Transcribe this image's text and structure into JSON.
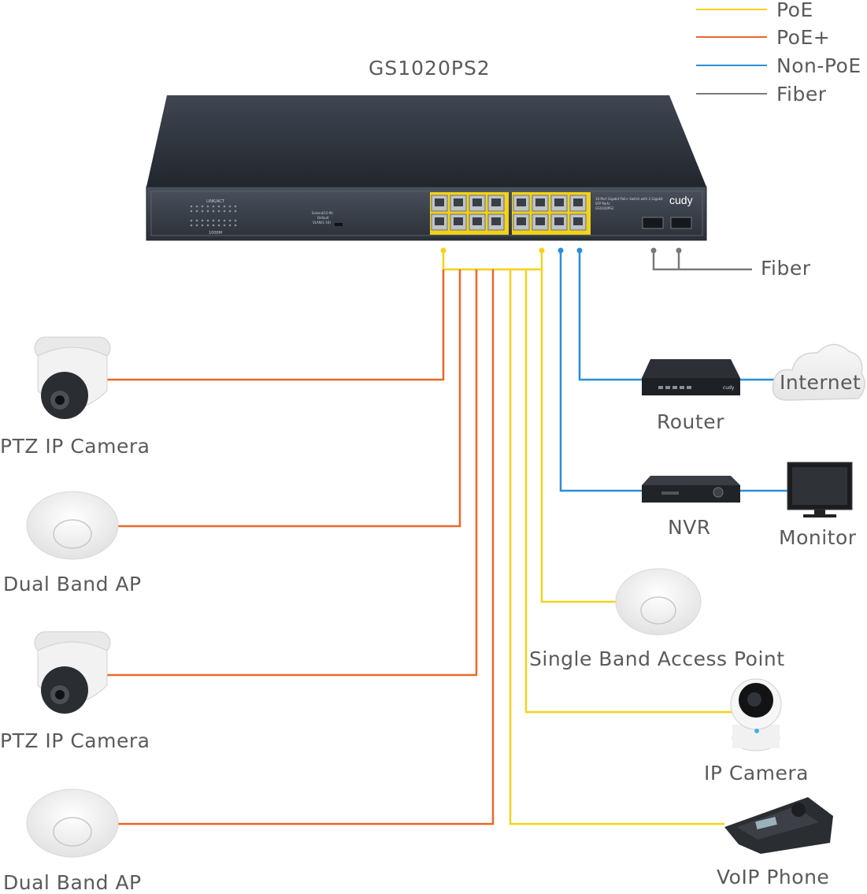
{
  "title": "GS1020PS2",
  "legend": [
    {
      "label": "PoE",
      "color": "#f5d21b"
    },
    {
      "label": "PoE+",
      "color": "#e8682a"
    },
    {
      "label": "Non-PoE",
      "color": "#2a8ed8"
    },
    {
      "label": "Fiber",
      "color": "#7a7a7a"
    }
  ],
  "switch": {
    "brand": "cudy",
    "panel_text": "16-Port Gigabit PoE+ Switch with 2 Gigabit SFP Ports",
    "model_small": "GS1020PS2",
    "leds_label": "LINK/ACT",
    "speed_label": "1000M",
    "mode_labels": [
      "Extend(10 M)",
      "Default",
      "VLAN(1-16)"
    ]
  },
  "fiber_label": "Fiber",
  "devices": {
    "cam1": "PTZ IP Camera",
    "ap1": "Dual Band AP",
    "cam2": "PTZ IP Camera",
    "ap2": "Dual Band AP",
    "router": "Router",
    "internet": "Internet",
    "nvr": "NVR",
    "monitor": "Monitor",
    "single_ap": "Single Band Access Point",
    "ipcam": "IP Camera",
    "voip": "VoIP Phone"
  }
}
